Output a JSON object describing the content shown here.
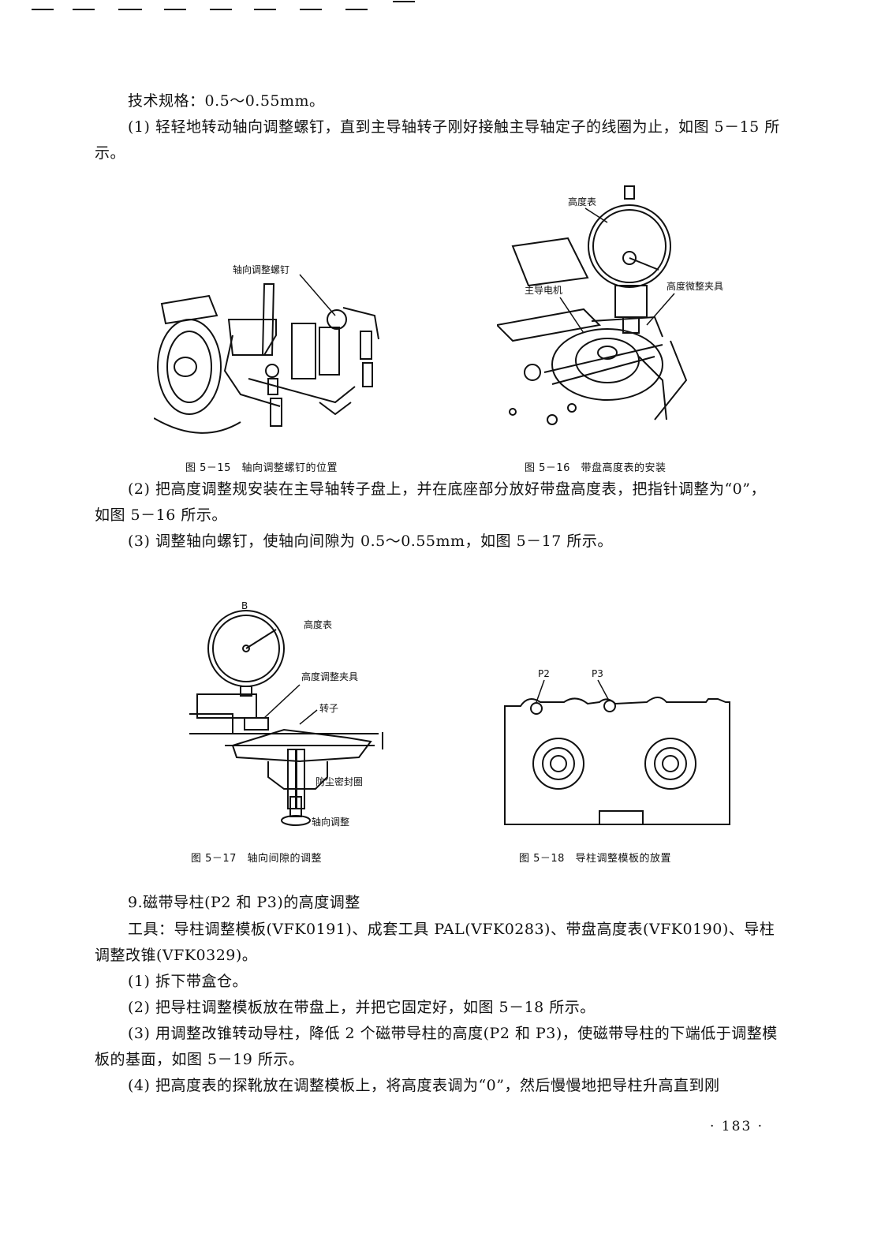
{
  "spec_line": "技术规格：0.5～0.55mm。",
  "step1": "(1) 轻轻地转动轴向调整螺钉，直到主导轴转子刚好接触主导轴定子的线圈为止，如图 5－15 所示。",
  "fig15": {
    "label_screw": "轴向调整螺钉",
    "caption": "图 5－15　轴向调整螺钉的位置"
  },
  "fig16": {
    "label_gauge": "高度表",
    "label_motor": "主导电机",
    "label_fixture": "高度微整夹具",
    "caption": "图 5－16　带盘高度表的安装"
  },
  "step2": "(2) 把高度调整规安装在主导轴转子盘上，并在底座部分放好带盘高度表，把指针调整为“0”，如图 5－16 所示。",
  "step3": "(3) 调整轴向螺钉，使轴向间隙为 0.5～0.55mm，如图 5－17 所示。",
  "fig17": {
    "label_b": "B",
    "label_gauge": "高度表",
    "label_fixture": "高度调整夹具",
    "label_rotor": "转子",
    "label_seal": "防尘密封圈",
    "label_axial": "轴向调整",
    "caption": "图 5－17　轴向间隙的调整"
  },
  "fig18": {
    "label_p2": "P2",
    "label_p3": "P3",
    "caption": "图 5－18　导柱调整模板的放置"
  },
  "section_heading": "9.磁带导柱(P2 和 P3)的高度调整",
  "tools": "工具：导柱调整模板(VFK0191)、成套工具 PAL(VFK0283)、带盘高度表(VFK0190)、导柱调整改锥(VFK0329)。",
  "step9_1": "(1) 拆下带盒仓。",
  "step9_2": "(2) 把导柱调整模板放在带盘上，并把它固定好，如图 5－18 所示。",
  "step9_3": "(3) 用调整改锥转动导柱，降低 2 个磁带导柱的高度(P2 和 P3)，使磁带导柱的下端低于调整模板的基面，如图 5－19 所示。",
  "step9_4": "(4) 把高度表的探靴放在调整模板上，将高度表调为“0”，然后慢慢地把导柱升高直到刚",
  "page_number": "· 183 ·"
}
